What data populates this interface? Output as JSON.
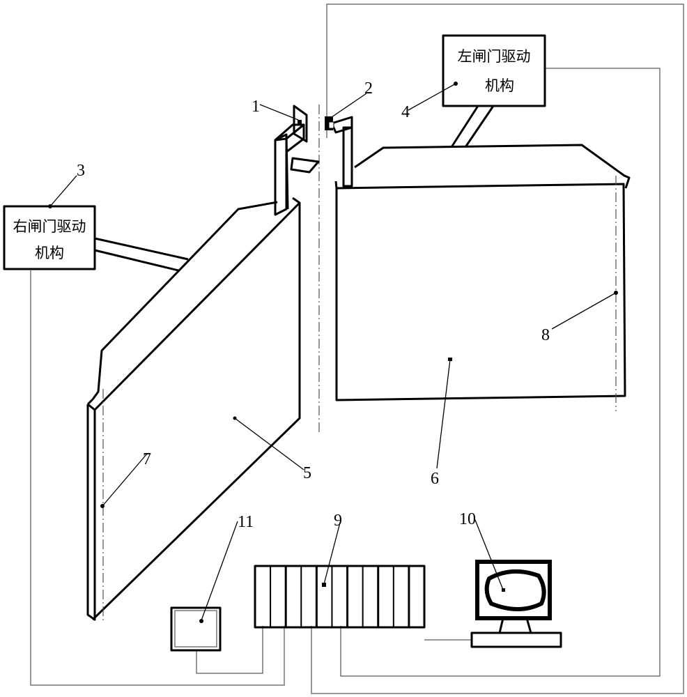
{
  "figure": {
    "reference_numbers": {
      "n1": "1",
      "n2": "2",
      "n3": "3",
      "n4": "4",
      "n5": "5",
      "n6": "6",
      "n7": "7",
      "n8": "8",
      "n9": "9",
      "n10": "10",
      "n11": "11"
    },
    "right_gate_drive": {
      "line1": "右闸门驱动",
      "line2": "机构"
    },
    "left_gate_drive": {
      "line1": "左闸门驱动",
      "line2": "机构"
    }
  },
  "colors": {
    "stroke": "#000000",
    "wire": "#777777",
    "background": "#ffffff"
  }
}
